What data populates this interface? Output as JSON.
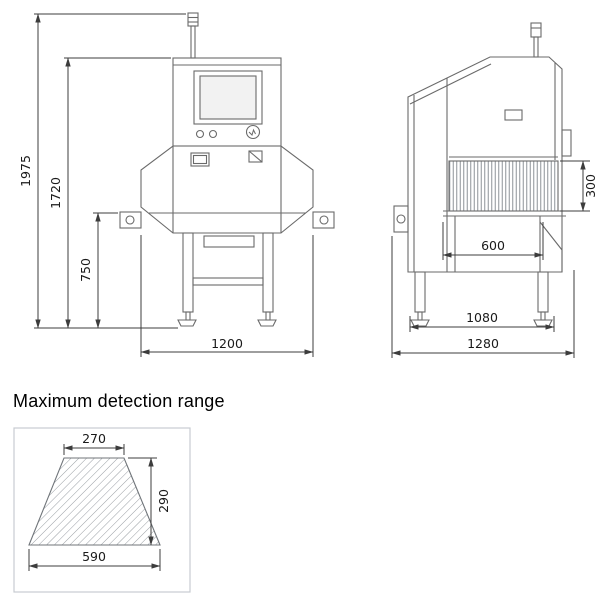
{
  "front_view": {
    "dims": {
      "total_height": "1975",
      "cabinet_height": "1720",
      "belt_height": "750",
      "overall_width": "1200"
    }
  },
  "side_view": {
    "dims": {
      "tunnel_height": "300",
      "tunnel_width": "600",
      "frame_depth": "1080",
      "overall_depth": "1280"
    }
  },
  "detection_range": {
    "title": "Maximum detection range",
    "dims": {
      "top_width": "270",
      "height": "290",
      "bottom_width": "590"
    }
  },
  "colors": {
    "machine_line": "#6a6a6a",
    "dimension_line": "#3c3c3c",
    "text": "#1a1a1a",
    "hatch": "#8d9399",
    "panel_border": "#c7ccd1",
    "screen_fill": "#f2f2f2"
  }
}
